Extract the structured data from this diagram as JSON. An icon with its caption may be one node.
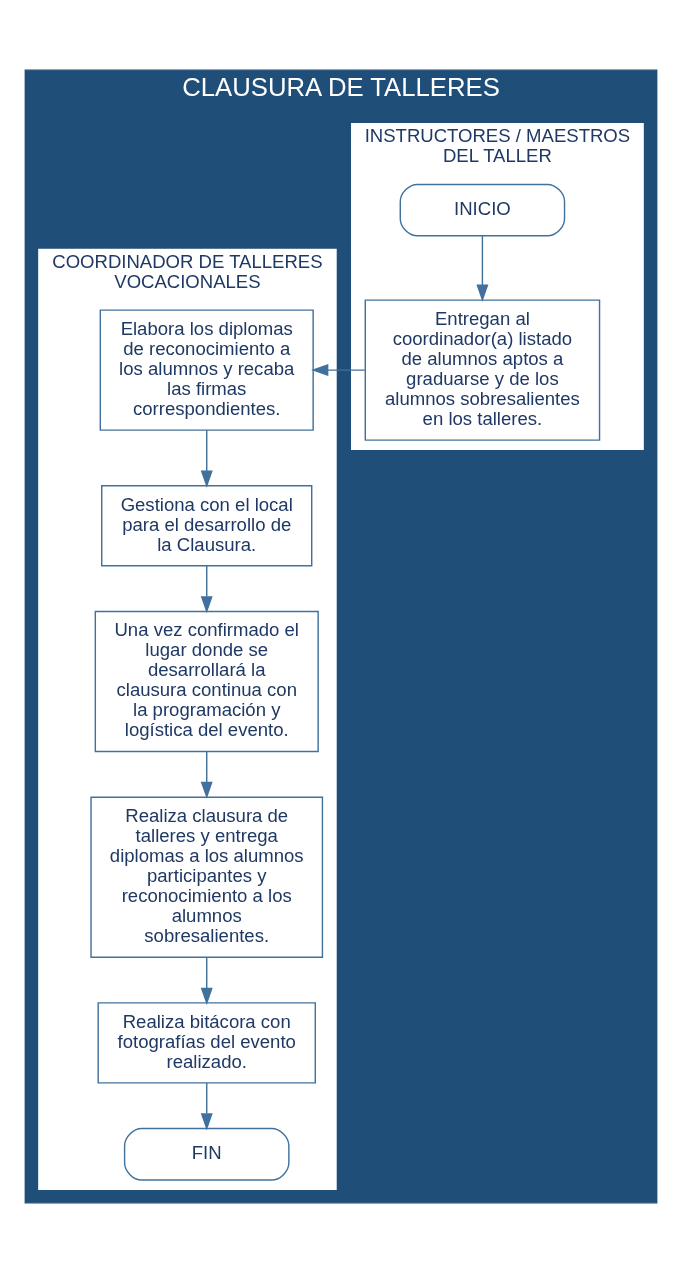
{
  "diagram": {
    "nodes": [
      {
        "text": [
          "CLAUSURA DE TALLERES"
        ]
      },
      {
        "text": [
          "INSTRUCTORES / MAESTROS DEL TALLER"
        ],
        "in": 0
      },
      {
        "text": [
          "COORDINADOR DE TALLERES VOCACIONALES"
        ],
        "in": 0
      },
      {
        "text": [
          "INICIO"
        ],
        "in": 1
      },
      {
        "text": [
          "Entregan al coordinador(a) listado de alumnos aptos a graduarse y de los alumnos sobresalientes en los talleres."
        ],
        "in": 1
      },
      {
        "text": [
          "Elabora los diplomas de reconocimiento a los alumnos y recaba las firmas correspondientes."
        ],
        "in": 2
      },
      {
        "text": [
          "Gestiona con el local para el desarrollo de la Clausura."
        ],
        "in": 2
      },
      {
        "text": [
          "Una vez confirmado el lugar donde se desarrollará la clausura continua con la programación y logística del evento."
        ],
        "in": 2
      },
      {
        "text": [
          "Realiza clausura de talleres y entrega diplomas a los alumnos participantes y reconocimiento a los alumnos sobresalientes."
        ],
        "in": 2
      },
      {
        "text": [
          "Realiza bitácora con fotografías del evento realizado."
        ],
        "in": 2
      },
      {
        "text": [
          "FIN"
        ],
        "in": 2
      }
    ],
    "edges": [
      {
        "from": 3,
        "to": 4,
        "arrow": "to"
      },
      {
        "from": 4,
        "to": 5,
        "arrow": "to"
      },
      {
        "from": 5,
        "to": 6,
        "arrow": "to"
      },
      {
        "from": 6,
        "to": 7,
        "arrow": "to"
      },
      {
        "from": 7,
        "to": 8,
        "arrow": "to"
      },
      {
        "from": 8,
        "to": 9,
        "arrow": "to"
      },
      {
        "from": 9,
        "to": 10,
        "arrow": "to"
      }
    ]
  }
}
